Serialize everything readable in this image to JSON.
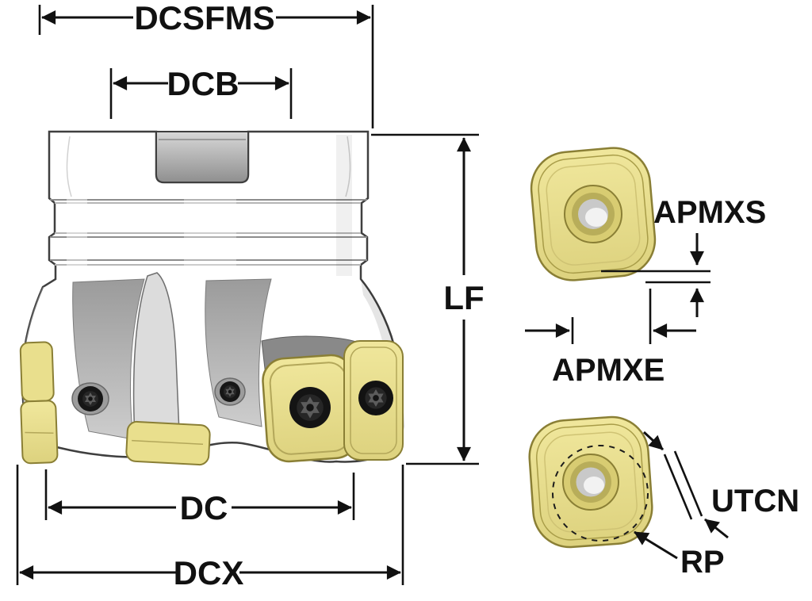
{
  "figure": {
    "type": "technical-dimension-diagram",
    "subject": "indexable face milling cutter with square shoulder inserts",
    "background": "#ffffff"
  },
  "labels": {
    "dcsfms": "DCSFMS",
    "dcb": "DCB",
    "lf": "LF",
    "dc": "DC",
    "dcx": "DCX",
    "apmxs": "APMXS",
    "apmxe": "APMXE",
    "utcn": "UTCN",
    "rp": "RP"
  },
  "colors": {
    "dimension_line": "#111111",
    "insert_yellow": "#e9df8d",
    "insert_outline": "#8a7f35",
    "body_highlight": "#f1f1f1",
    "body_shadow": "#a8a8a8",
    "screw_dark": "#141414"
  }
}
